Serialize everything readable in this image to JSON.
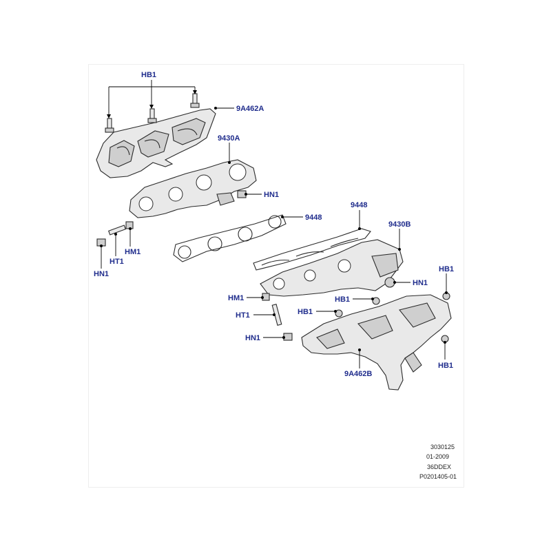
{
  "callouts": {
    "hb1_top": "HB1",
    "heat_shield_a": "9A462A",
    "manifold_a": "9430A",
    "hn1_upper": "HN1",
    "gasket_left": "9448",
    "hm1_left": "HM1",
    "ht1_left": "HT1",
    "hn1_left": "HN1",
    "gasket_right": "9448",
    "manifold_b": "9430B",
    "hn1_right": "HN1",
    "hb1_right_upper": "HB1",
    "hm1_lower": "HM1",
    "hb1_center": "HB1",
    "hb1_left_lower": "HB1",
    "ht1_lower": "HT1",
    "hn1_lower": "HN1",
    "heat_shield_b": "9A462B",
    "hb1_right_lower": "HB1"
  },
  "reference": {
    "line1": "3030125",
    "line2": "01-2009",
    "line3": "36DDEX",
    "line4": "P0201405-01"
  },
  "colors": {
    "callout_text": "#1f2c8c",
    "line": "#000000",
    "part_fill": "#e9e9e9"
  }
}
